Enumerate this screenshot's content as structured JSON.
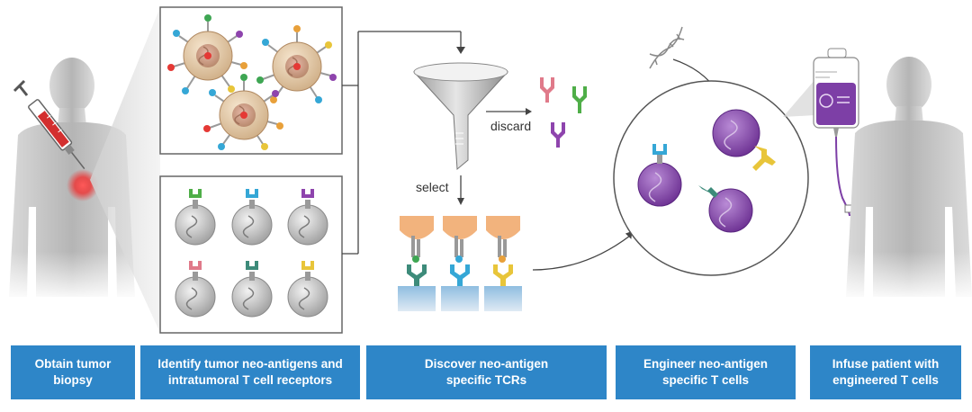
{
  "labels": {
    "discard": "discard",
    "select": "select"
  },
  "steps": [
    {
      "line1": "Obtain tumor",
      "line2": "biopsy"
    },
    {
      "line1": "Identify tumor neo-antigens and",
      "line2": "intratumoral T cell receptors"
    },
    {
      "line1": "Discover neo-antigen",
      "line2": "specific TCRs"
    },
    {
      "line1": "Engineer neo-antigen",
      "line2": "specific T cells"
    },
    {
      "line1": "Infuse patient with",
      "line2": "engineered T cells"
    }
  ],
  "colors": {
    "step_bar": "#2e86c8",
    "silhouette": "#bdbdbd",
    "tumor_cell": "#e8cfae",
    "t_cell": "#c9c9c9",
    "engineered_cell": "#8a4fb0",
    "infusion_bag": "#7d3fa6",
    "tumor_spot": "#e53935",
    "syringe_barrel": "#d32f2f",
    "receptor_green": "#4fae48",
    "receptor_cyan": "#35a7d6",
    "receptor_purple": "#8e44ad",
    "receptor_pink": "#e07a8a",
    "receptor_teal": "#3d8b7a",
    "receptor_yellow": "#e8c53a"
  }
}
